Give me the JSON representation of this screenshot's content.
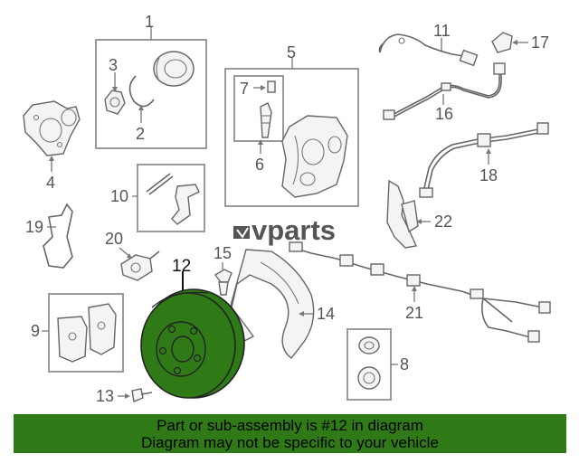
{
  "diagram": {
    "brand_logo_text": "vparts",
    "highlight_color": "#2f7a17",
    "callouts": [
      "1",
      "2",
      "3",
      "4",
      "5",
      "6",
      "7",
      "8",
      "9",
      "10",
      "11",
      "12",
      "13",
      "14",
      "15",
      "16",
      "17",
      "18",
      "19",
      "20",
      "21",
      "22"
    ],
    "highlighted_part": "12"
  },
  "banner": {
    "line1": "Part or sub-assembly is #12 in diagram",
    "line2": "Diagram may not be specific to your vehicle",
    "background": "#2f7a17"
  }
}
